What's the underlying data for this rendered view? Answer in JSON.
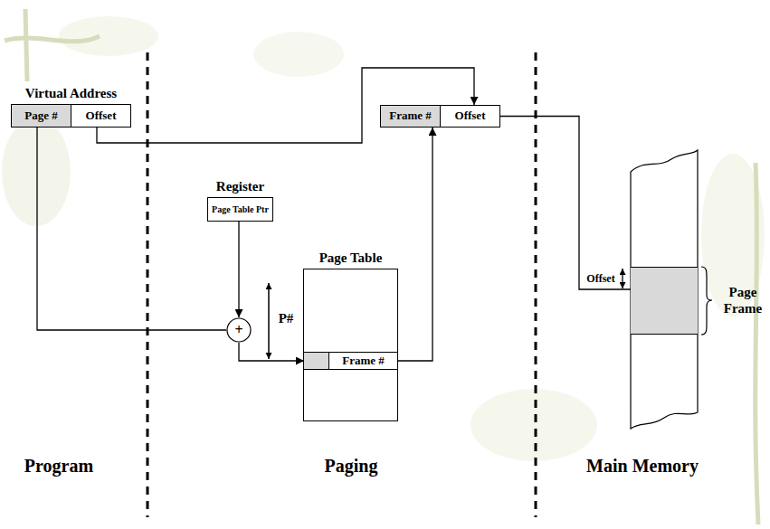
{
  "diagram": {
    "nodes": [
      {
        "text": [
          "Virtual Address"
        ]
      },
      {
        "text": [
          "Page #"
        ],
        "in": 0
      },
      {
        "text": [
          "Offset"
        ],
        "in": 0
      },
      {
        "text": [
          "Register",
          "Page Table Ptr"
        ]
      },
      {
        "text": [
          "+"
        ]
      },
      {
        "text": [
          "Page Table"
        ]
      },
      {
        "text": [
          "Frame #"
        ],
        "in": 5
      },
      {
        "text": [
          "Frame #"
        ]
      },
      {
        "text": [
          "Offset"
        ]
      },
      {
        "text": [
          "Page Frame"
        ]
      }
    ],
    "edges": [
      {
        "from": 1,
        "to": 4,
        "arrow": "none"
      },
      {
        "from": 3,
        "to": 4,
        "arrow": "to"
      },
      {
        "from": 4,
        "to": 6,
        "arrow": "to"
      },
      {
        "from": 6,
        "to": 7,
        "arrow": "to"
      },
      {
        "from": 2,
        "to": 8,
        "arrow": "to"
      },
      {
        "from": 8,
        "to": 9,
        "arrow": "none"
      }
    ],
    "labels": [
      "P#",
      "Offset",
      "Program",
      "Paging",
      "Main Memory"
    ]
  }
}
